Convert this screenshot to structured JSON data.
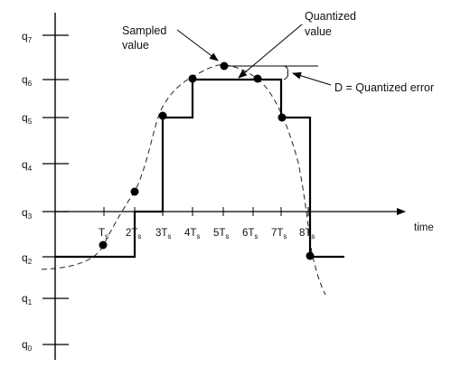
{
  "diagram": {
    "levels": [
      {
        "base": "q",
        "sub": "7"
      },
      {
        "base": "q",
        "sub": "6"
      },
      {
        "base": "q",
        "sub": "5"
      },
      {
        "base": "q",
        "sub": "4"
      },
      {
        "base": "q",
        "sub": "3"
      },
      {
        "base": "q",
        "sub": "2"
      },
      {
        "base": "q",
        "sub": "1"
      },
      {
        "base": "q",
        "sub": "0"
      }
    ],
    "ticks": [
      {
        "base": "T",
        "sub": "s"
      },
      {
        "base": "2T",
        "sub": "s"
      },
      {
        "base": "3T",
        "sub": "s"
      },
      {
        "base": "4T",
        "sub": "s"
      },
      {
        "base": "5T",
        "sub": "s"
      },
      {
        "base": "6T",
        "sub": "s"
      },
      {
        "base": "7T",
        "sub": "s"
      },
      {
        "base": "8T",
        "sub": "s"
      }
    ],
    "time_label": "time",
    "sampled_value_line1": "Sampled",
    "sampled_value_line2": "value",
    "quantized_value_line1": "Quantized",
    "quantized_value_line2": "value",
    "error_label": "D = Quantized error"
  }
}
